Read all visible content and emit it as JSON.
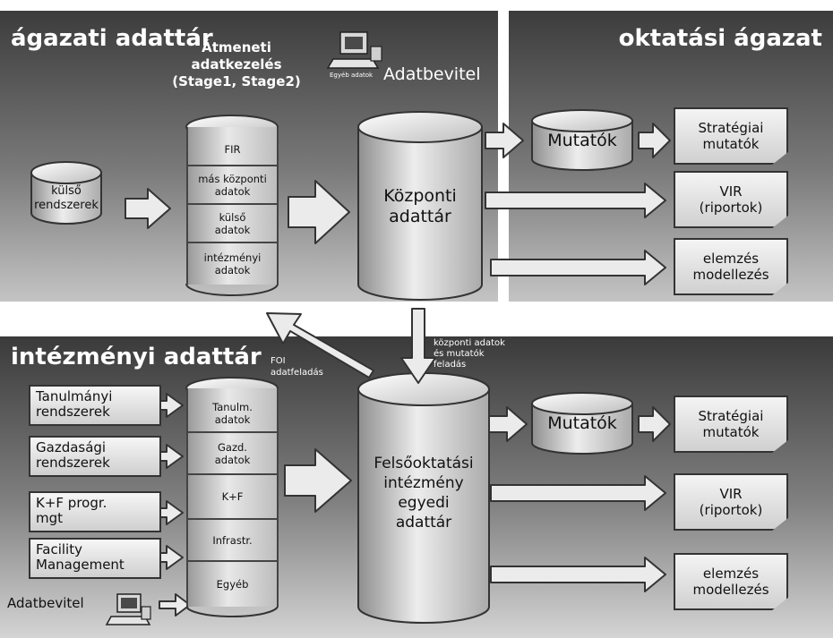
{
  "top": {
    "title_left": "ágazati adattár",
    "title_right": "oktatási ágazat",
    "staging_title": "Átmeneti\nadatkezelés\n(Stage1, Stage2)",
    "adatbevitel": "Adatbevitel",
    "pc_caption": "Egyéb adatok",
    "external_db": "külső\nrendszerek",
    "stack": [
      "FIR",
      "más központi\nadatok",
      "külső\nadatok",
      "intézményi\nadatok"
    ],
    "central_db": "Központi\nadattár",
    "mutatok": "Mutatók",
    "outputs": [
      "Stratégiai\nmutatók",
      "VIR\n(riportok)",
      "elemzés\nmodellezés"
    ]
  },
  "connector": {
    "foi": "FOI\nadatfeladás",
    "kozponti": "központi adatok\nés mutatók\nfeladás"
  },
  "bottom": {
    "title": "intézményi adattár",
    "sources": [
      "Tanulmányi\nrendszerek",
      "Gazdasági\nrendszerek",
      "K+F progr.\nmgt",
      "Facility\nManagement"
    ],
    "adatbevitel": "Adatbevitel",
    "stack": [
      "Tanulm.\nadatok",
      "Gazd.\nadatok",
      "K+F",
      "Infrastr.",
      "Egyéb"
    ],
    "central_db": "Felsőoktatási\nintézmény\negyedi\nadattár",
    "mutatok": "Mutatók",
    "outputs": [
      "Stratégiai\nmutatók",
      "VIR\n(riportok)",
      "elemzés\nmodellezés"
    ]
  }
}
